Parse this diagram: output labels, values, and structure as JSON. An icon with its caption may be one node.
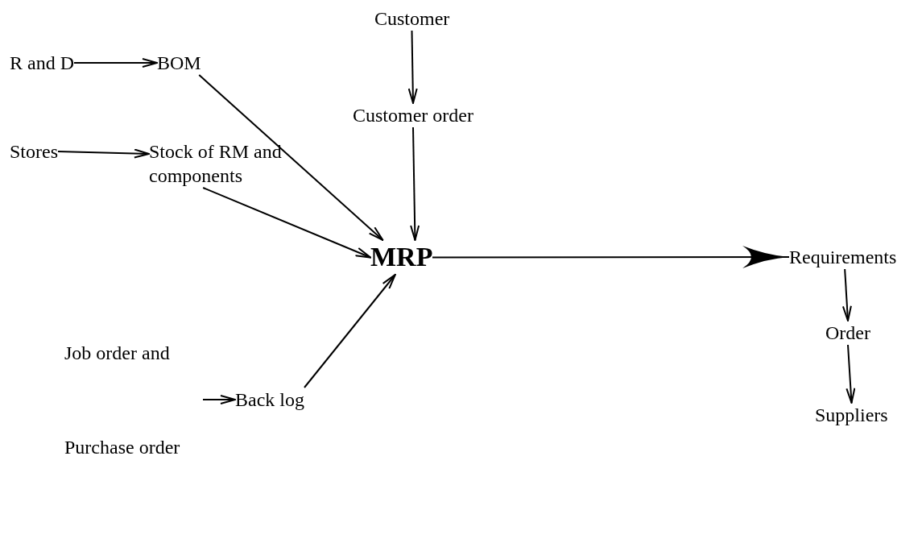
{
  "diagram": {
    "nodes": [
      {
        "text": [
          "Customer"
        ]
      },
      {
        "text": [
          "Customer order"
        ]
      },
      {
        "text": [
          "R and D"
        ]
      },
      {
        "text": [
          "BOM"
        ]
      },
      {
        "text": [
          "Stores"
        ]
      },
      {
        "text": [
          "Stock of RM and components"
        ]
      },
      {
        "text": [
          "MRP"
        ]
      },
      {
        "text": [
          "Requirements"
        ]
      },
      {
        "text": [
          "Order"
        ]
      },
      {
        "text": [
          "Suppliers"
        ]
      },
      {
        "text": [
          "Back log"
        ]
      }
    ],
    "edges": [
      {
        "from": 0,
        "to": 1,
        "arrow": "to"
      },
      {
        "from": 1,
        "to": 6,
        "arrow": "to"
      },
      {
        "from": 2,
        "to": 3,
        "arrow": "to"
      },
      {
        "from": 3,
        "to": 6,
        "arrow": "to"
      },
      {
        "from": 4,
        "to": 5,
        "arrow": "to"
      },
      {
        "from": 5,
        "to": 6,
        "arrow": "to"
      },
      {
        "from": 10,
        "to": 6,
        "arrow": "to"
      },
      {
        "from": 6,
        "to": 7,
        "arrow": "to"
      },
      {
        "from": 7,
        "to": 8,
        "arrow": "to"
      },
      {
        "from": 8,
        "to": 9,
        "arrow": "to"
      },
      {
        "from": null,
        "to": 10,
        "arrow": "to"
      }
    ],
    "labels": [
      "Job order and",
      "Purchase order"
    ]
  }
}
